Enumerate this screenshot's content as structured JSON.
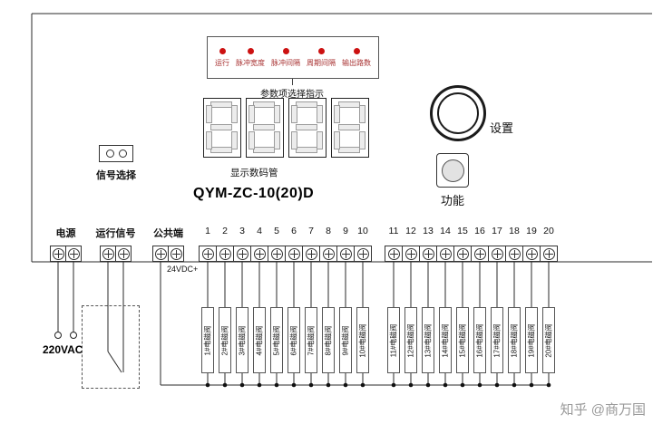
{
  "device": {
    "model": "QYM-ZC-10(20)D",
    "indicator_panel": {
      "items": [
        {
          "label": "运行"
        },
        {
          "label": "脉冲宽度"
        },
        {
          "label": "脉冲间隔"
        },
        {
          "label": "周期间隔"
        },
        {
          "label": "输出路数"
        }
      ],
      "caption": "参数项选择指示",
      "led_color": "#cc1111",
      "label_color": "#a83232"
    },
    "display": {
      "caption": "显示数码管",
      "digit_count": 4
    },
    "settings_knob": {
      "label": "设置"
    },
    "function_button": {
      "label": "功能"
    },
    "signal_selector": {
      "label": "信号选择"
    }
  },
  "terminal_groups": [
    {
      "id": "power",
      "label": "电源",
      "count": 2
    },
    {
      "id": "run-signal",
      "label": "运行信号",
      "count": 2
    },
    {
      "id": "common",
      "label": "公共端",
      "count": 2,
      "sublabel": "24VDC+"
    }
  ],
  "output_terminals": {
    "group1": [
      "1",
      "2",
      "3",
      "4",
      "5",
      "6",
      "7",
      "8",
      "9",
      "10"
    ],
    "group2": [
      "11",
      "12",
      "13",
      "14",
      "15",
      "16",
      "17",
      "18",
      "19",
      "20"
    ]
  },
  "wiring": {
    "mains_label": "220VAC",
    "valve_labels": [
      "1#电磁阀",
      "2#电磁阀",
      "3#电磁阀",
      "4#电磁阀",
      "5#电磁阀",
      "6#电磁阀",
      "7#电磁阀",
      "8#电磁阀",
      "9#电磁阀",
      "10#电磁阀",
      "11#电磁阀",
      "12#电磁阀",
      "13#电磁阀",
      "14#电磁阀",
      "15#电磁阀",
      "16#电磁阀",
      "17#电磁阀",
      "18#电磁阀",
      "19#电磁阀",
      "20#电磁阀"
    ]
  },
  "watermark": "知乎 @商万国"
}
